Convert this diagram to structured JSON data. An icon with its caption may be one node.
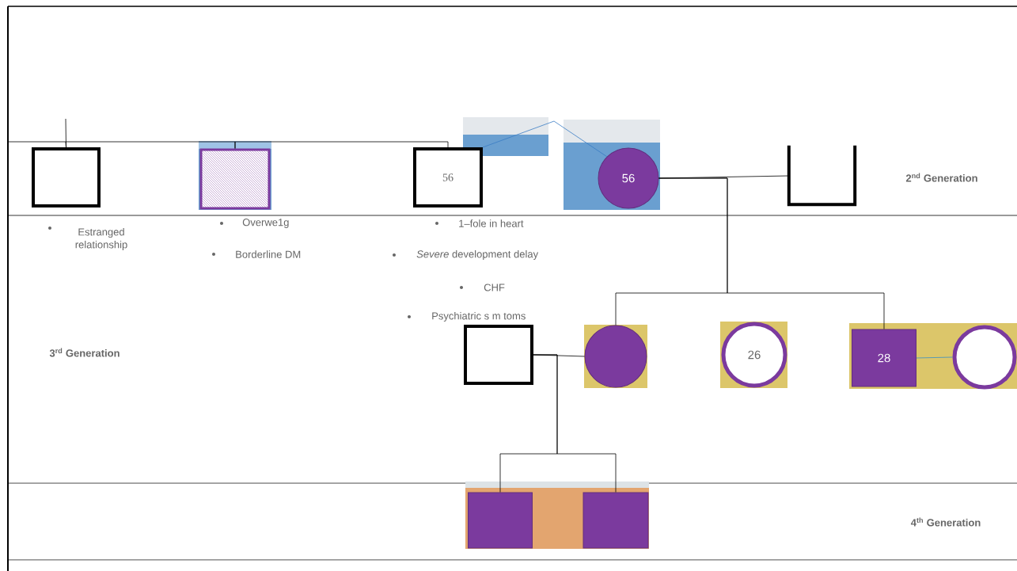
{
  "diagram": {
    "nodes": [
      {
        "text": [],
        "shape": "box",
        "beside": [
          "Estranged relationship"
        ]
      },
      {
        "text": [],
        "shape": "box",
        "beside": [
          "Overwe1g",
          "Borderline DM"
        ]
      },
      {
        "text": [
          "56"
        ],
        "beside": [
          "1–fole in heart",
          "*Severe* development delay",
          "CHF"
        ]
      },
      {
        "text": [
          "56"
        ]
      },
      {
        "text": [],
        "shape": "box"
      },
      {
        "text": [],
        "shape": "box"
      },
      {
        "text": [],
        "shape": "circle"
      },
      {
        "text": [
          "26"
        ]
      },
      {
        "text": [
          "28"
        ]
      },
      {
        "text": [],
        "shape": "circle"
      },
      {
        "text": [],
        "shape": "box"
      },
      {
        "text": [],
        "shape": "box"
      }
    ],
    "edges": [
      {
        "from": null,
        "to": 0,
        "arrow": "none"
      },
      {
        "from": 0,
        "to": 1,
        "arrow": "none"
      },
      {
        "from": 1,
        "to": 2,
        "arrow": "none"
      },
      {
        "from": 2,
        "to": 3,
        "arrow": "none",
        "color": "#3a7cc4"
      },
      {
        "from": 3,
        "to": 4,
        "arrow": "none"
      },
      {
        "from": 3,
        "to": 6,
        "arrow": "none"
      },
      {
        "from": 3,
        "to": 8,
        "arrow": "none"
      },
      {
        "from": 8,
        "to": 9,
        "arrow": "none",
        "color": "#3a8fc4"
      },
      {
        "from": 5,
        "to": 6,
        "arrow": "none"
      },
      {
        "from": 5,
        "to": 10,
        "arrow": "none"
      },
      {
        "from": 5,
        "to": 11,
        "arrow": "none"
      }
    ],
    "labels": [
      "2$^{nd}$ Generation",
      "Psychiatric s m toms",
      "3$^{rd}$ Generation",
      "4$^{th}$ Generation"
    ]
  }
}
